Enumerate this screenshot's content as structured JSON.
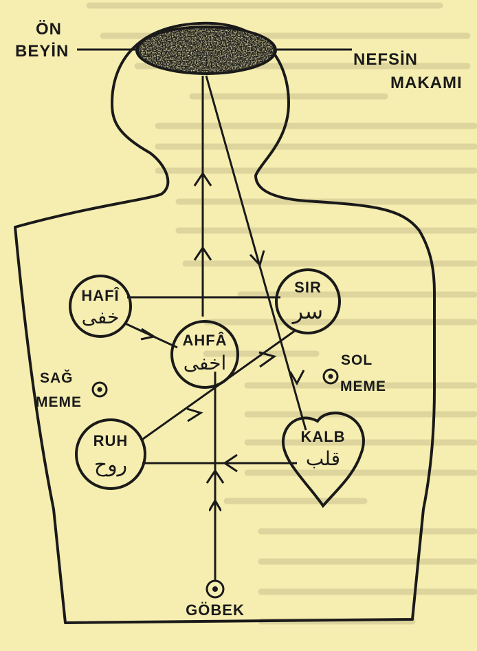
{
  "labels": {
    "front_brain": [
      "ÖN",
      "BEYİN"
    ],
    "nafs_seat": [
      "NEFSİN",
      "MAKAMI"
    ],
    "hafi": "HAFÎ",
    "hafi_arabic": "خفى",
    "sir": "SIR",
    "sir_arabic": "سر",
    "ahfa": "AHFÂ",
    "ahfa_arabic": "اخفى",
    "right_breast": [
      "SAĞ",
      "MEME"
    ],
    "left_breast": [
      "SOL",
      "MEME"
    ],
    "ruh": "RUH",
    "ruh_arabic": "روح",
    "kalb": "KALB",
    "kalb_arabic": "قلب",
    "navel": "GÖBEK"
  },
  "colors": {
    "paper": "#f6eeb0",
    "ink": "#1a1a1a",
    "faded_print": "#c9c28f"
  }
}
